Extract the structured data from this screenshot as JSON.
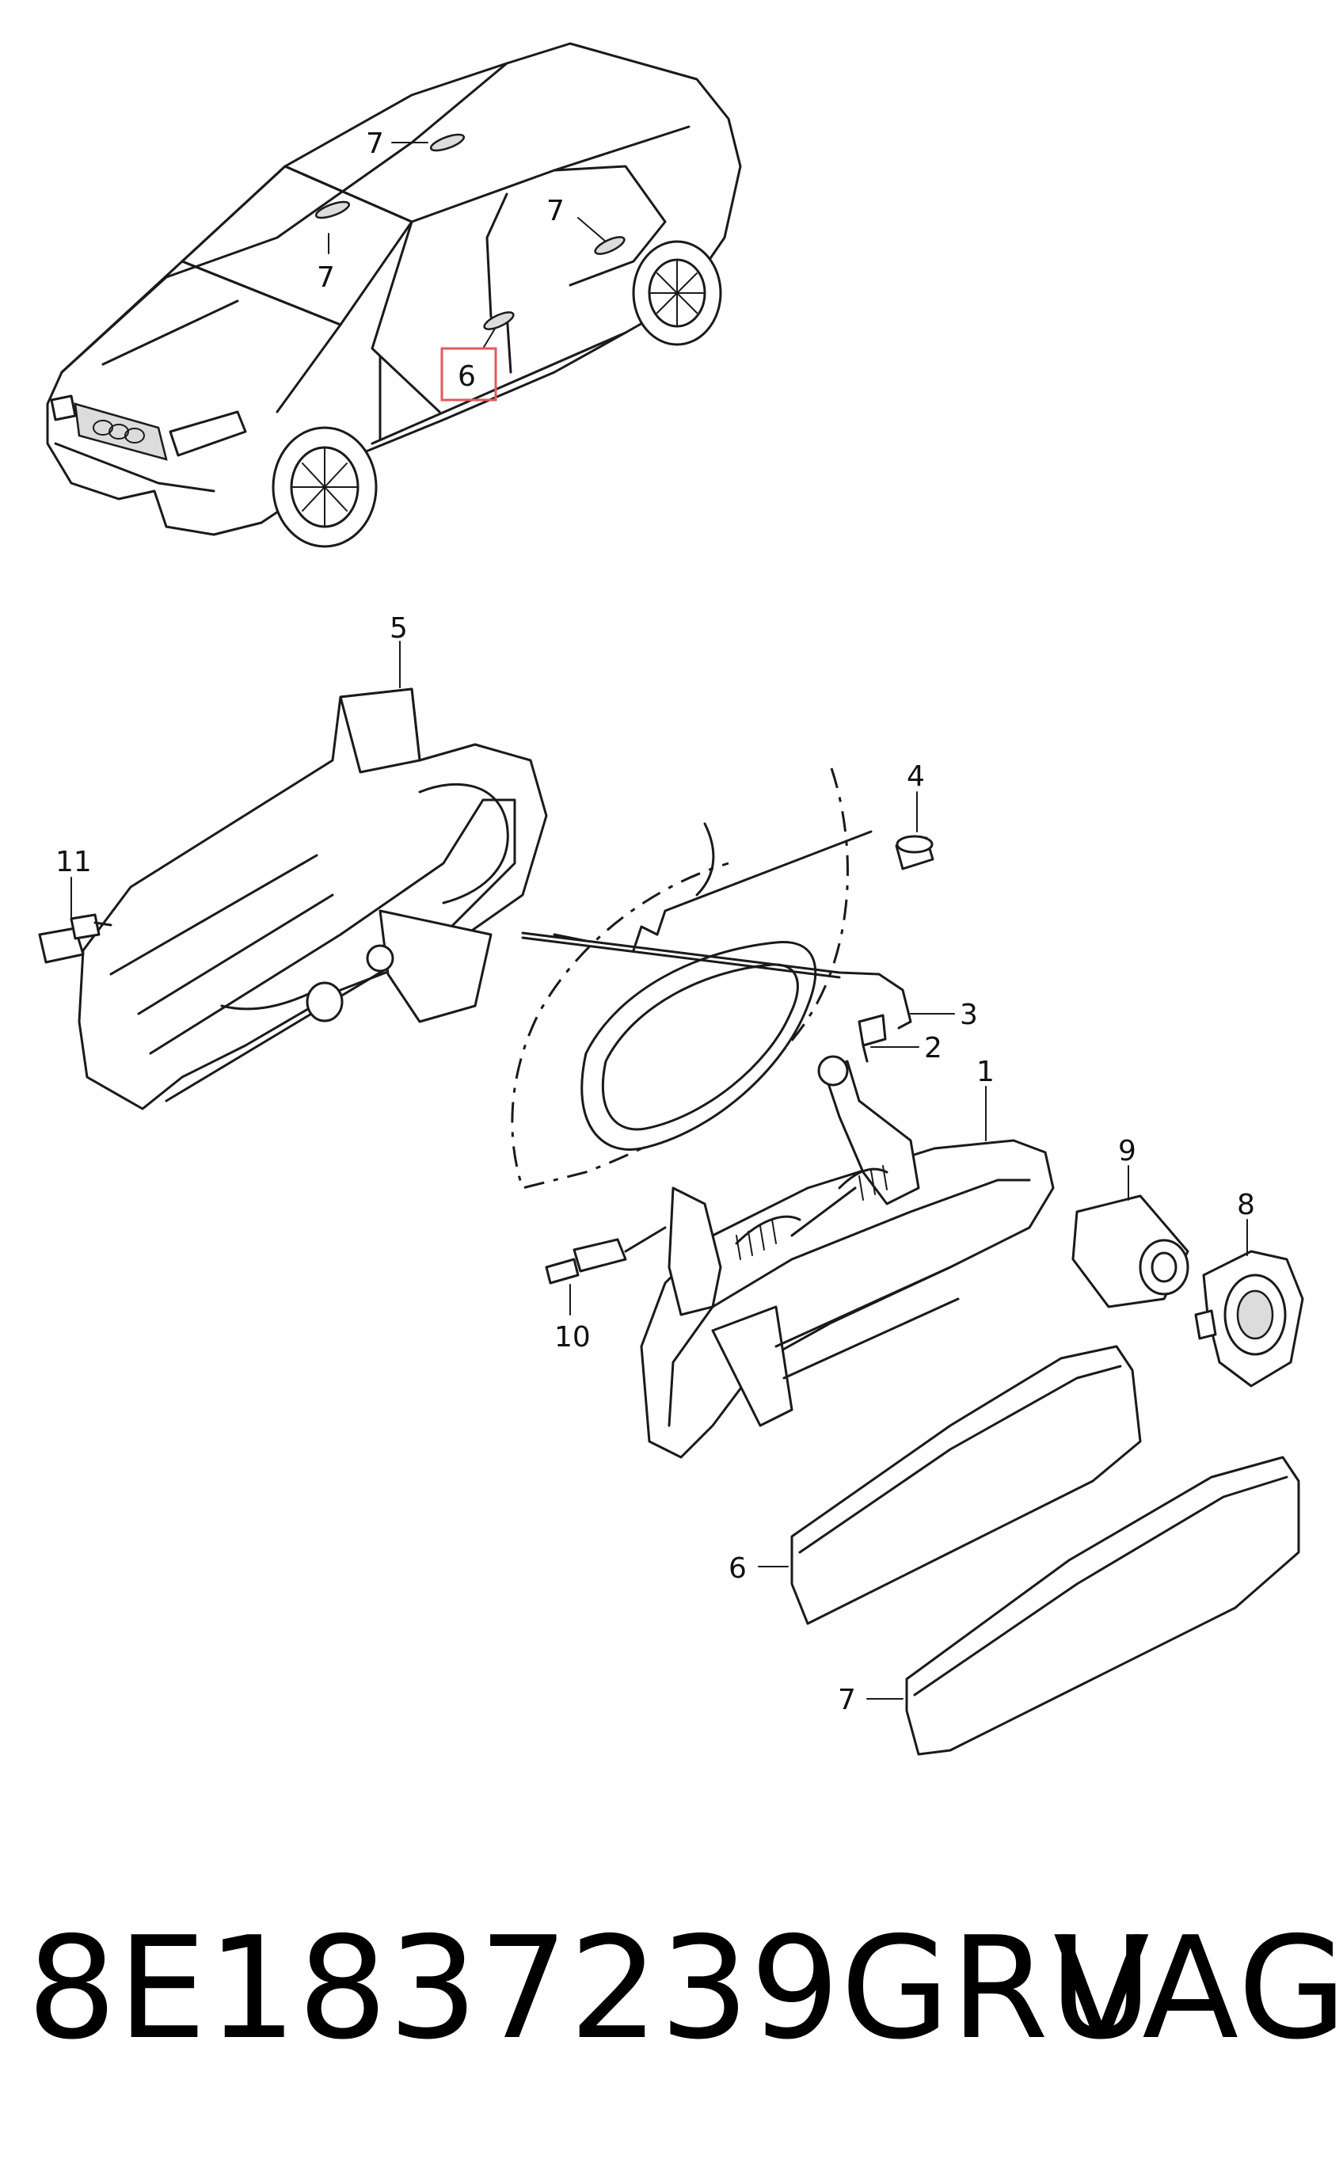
{
  "car_callouts": [
    {
      "id": "car-callout-7-roof",
      "label": "7"
    },
    {
      "id": "car-callout-7-windshield",
      "label": "7"
    },
    {
      "id": "car-callout-7-rear-door",
      "label": "7"
    },
    {
      "id": "car-callout-6-front-door",
      "label": "6"
    }
  ],
  "part_callouts": [
    {
      "id": "callout-5",
      "label": "5"
    },
    {
      "id": "callout-11",
      "label": "11"
    },
    {
      "id": "callout-4",
      "label": "4"
    },
    {
      "id": "callout-3",
      "label": "3"
    },
    {
      "id": "callout-2",
      "label": "2"
    },
    {
      "id": "callout-1",
      "label": "1"
    },
    {
      "id": "callout-9",
      "label": "9"
    },
    {
      "id": "callout-8",
      "label": "8"
    },
    {
      "id": "callout-10",
      "label": "10"
    },
    {
      "id": "callout-6",
      "label": "6"
    },
    {
      "id": "callout-7",
      "label": "7"
    }
  ],
  "footer": {
    "part_number": "8E1837239GRU",
    "brand": "VAG"
  },
  "colors": {
    "line": "#1a1a1a",
    "highlight": "#e05a5a",
    "background": "#ffffff"
  }
}
